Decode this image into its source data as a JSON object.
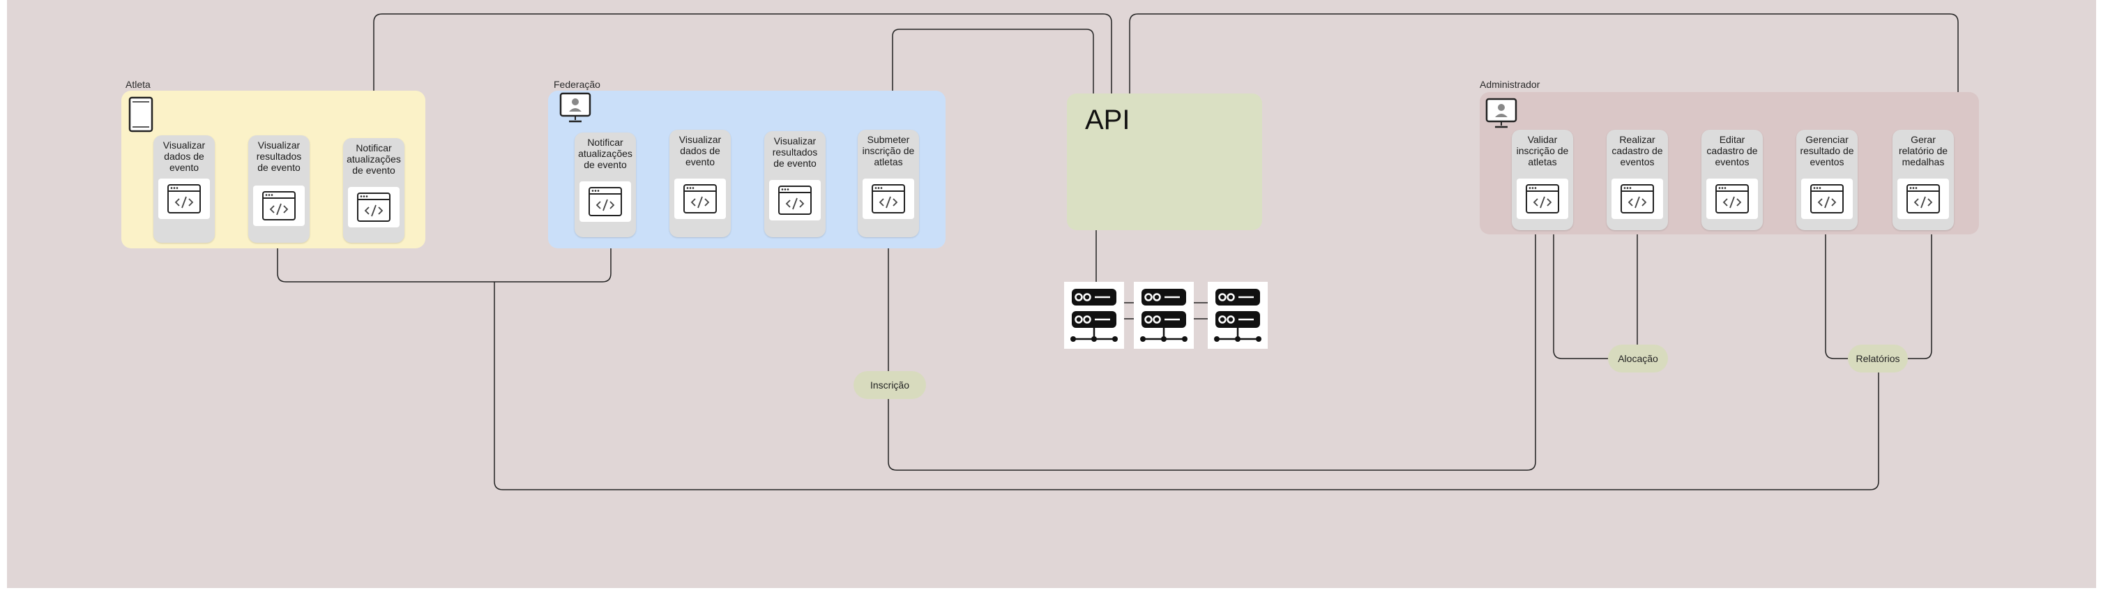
{
  "groups": {
    "atleta": {
      "label": "Atleta",
      "cards": [
        "Visualizar dados de evento",
        "Visualizar resultados de evento",
        "Notificar atualizações de evento"
      ]
    },
    "federacao": {
      "label": "Federação",
      "cards": [
        "Notificar atualizações de evento",
        "Visualizar dados de evento",
        "Visualizar resultados de evento",
        "Submeter inscrição de atletas"
      ]
    },
    "administrador": {
      "label": "Administrador",
      "cards": [
        "Validar inscrição de atletas",
        "Realizar cadastro de eventos",
        "Editar cadastro de eventos",
        "Gerenciar resultado de eventos",
        "Gerar relatório de medalhas"
      ]
    }
  },
  "api": {
    "label": "API"
  },
  "pills": {
    "inscricao": "Inscrição",
    "alocacao": "Alocação",
    "relatorios": "Relatórios"
  },
  "icons": {
    "card": "code-window-icon",
    "server": "server-icon",
    "tablet": "tablet-icon",
    "desktop": "desktop-user-icon"
  },
  "colors": {
    "background": "#e0d6d6",
    "atleta_panel": "#fbf2c8",
    "federacao_panel": "#cadff9",
    "administrador_panel": "#dac7c7",
    "api_box": "#dae0c3",
    "pill": "#d8dbbe",
    "card": "#dcdcdc"
  }
}
